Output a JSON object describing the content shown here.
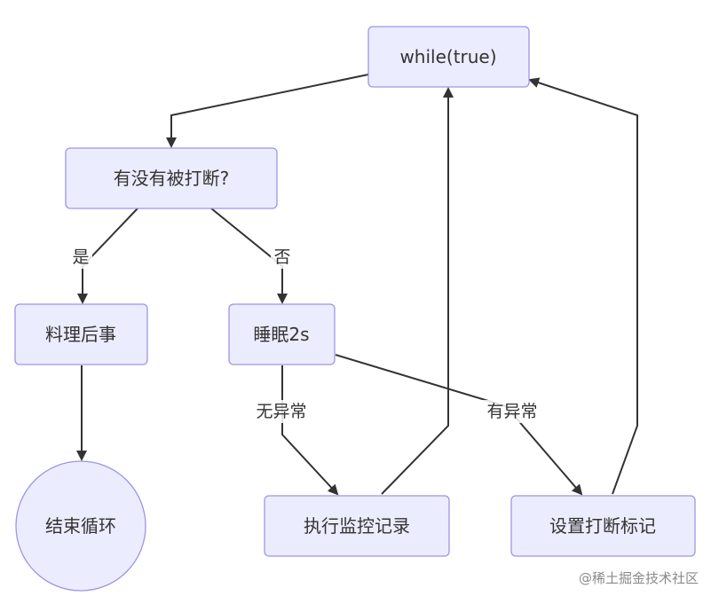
{
  "diagram": {
    "nodes": {
      "loop": "while(true)",
      "check": "有没有被打断?",
      "cleanup": "料理后事",
      "sleep": "睡眠2s",
      "end": "结束循环",
      "monitor": "执行监控记录",
      "set_flag": "设置打断标记"
    },
    "edges": {
      "yes": "是",
      "no": "否",
      "no_exception": "无异常",
      "exception": "有异常"
    }
  },
  "watermark": "@稀土掘金技术社区",
  "colors": {
    "node_fill": "#ececff",
    "node_stroke": "#9d95e6",
    "edge": "#333333",
    "text": "#333333"
  }
}
